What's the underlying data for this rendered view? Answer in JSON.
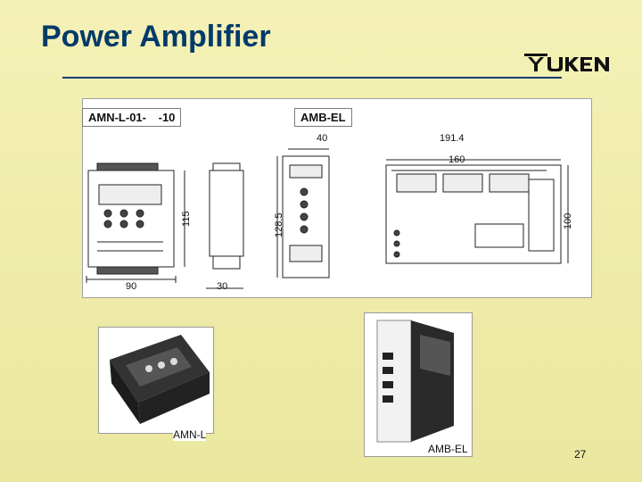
{
  "slide": {
    "title": "Power Amplifier",
    "page_number": "27"
  },
  "logo": {
    "text": "YUKEN"
  },
  "diagram": {
    "left_model_label_a": "AMN-L-01-",
    "left_model_label_b": "-10",
    "right_model_label": "AMB-EL",
    "dim_90": "90",
    "dim_115": "115",
    "dim_30": "30",
    "dim_128_5": "128.5",
    "dim_40": "40",
    "dim_191_4": "191.4",
    "dim_160": "160",
    "dim_100": "100"
  },
  "photos": {
    "left_caption": "AMN-L",
    "right_caption": "AMB-EL"
  }
}
